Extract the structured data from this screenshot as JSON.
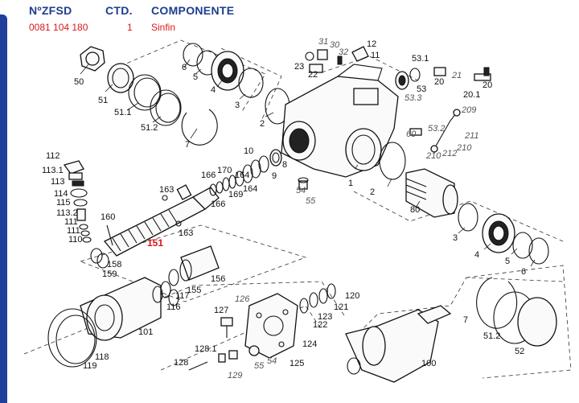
{
  "header": {
    "col_ref": "NºZFSD",
    "col_qty": "CTD.",
    "col_component": "COMPONENTE"
  },
  "row": {
    "ref": "0081 104 180",
    "qty": "1",
    "component": "Sinfin"
  },
  "highlight_label": "151",
  "colors": {
    "header_blue": "#1d3d8f",
    "row_red": "#d81b1b",
    "highlight_red": "#e01010",
    "side_bar": "#1f3f9c"
  },
  "callouts": [
    {
      "id": "c50",
      "text": "50"
    },
    {
      "id": "c51",
      "text": "51"
    },
    {
      "id": "c51_1",
      "text": "51.1"
    },
    {
      "id": "c51_2",
      "text": "51.2"
    },
    {
      "id": "c7a",
      "text": "7"
    },
    {
      "id": "c6a",
      "text": "6"
    },
    {
      "id": "c5a",
      "text": "5"
    },
    {
      "id": "c4a",
      "text": "4"
    },
    {
      "id": "c3a",
      "text": "3"
    },
    {
      "id": "c2a",
      "text": "2"
    },
    {
      "id": "c31",
      "text": "31"
    },
    {
      "id": "c30",
      "text": "30"
    },
    {
      "id": "c32",
      "text": "32"
    },
    {
      "id": "c12",
      "text": "12"
    },
    {
      "id": "c11",
      "text": "11"
    },
    {
      "id": "c23",
      "text": "23"
    },
    {
      "id": "c22",
      "text": "22"
    },
    {
      "id": "c53_1",
      "text": "53.1"
    },
    {
      "id": "c53",
      "text": "53"
    },
    {
      "id": "c53_3",
      "text": "53.3"
    },
    {
      "id": "c20a",
      "text": "20"
    },
    {
      "id": "c21",
      "text": "21"
    },
    {
      "id": "c20b",
      "text": "20"
    },
    {
      "id": "c20_1",
      "text": "20.1"
    },
    {
      "id": "c209",
      "text": "209"
    },
    {
      "id": "c60",
      "text": "60"
    },
    {
      "id": "c53_2",
      "text": "53.2"
    },
    {
      "id": "c211",
      "text": "211"
    },
    {
      "id": "c210a",
      "text": "210"
    },
    {
      "id": "c210b",
      "text": "210"
    },
    {
      "id": "c212",
      "text": "212"
    },
    {
      "id": "c112",
      "text": "112"
    },
    {
      "id": "c113_1",
      "text": "113.1"
    },
    {
      "id": "c113",
      "text": "113"
    },
    {
      "id": "c114",
      "text": "114"
    },
    {
      "id": "c115",
      "text": "115"
    },
    {
      "id": "c113_2",
      "text": "113.2"
    },
    {
      "id": "c111a",
      "text": "111"
    },
    {
      "id": "c111b",
      "text": "111"
    },
    {
      "id": "c110",
      "text": "110"
    },
    {
      "id": "c160",
      "text": "160"
    },
    {
      "id": "c163a",
      "text": "163"
    },
    {
      "id": "c163b",
      "text": "163"
    },
    {
      "id": "c166a",
      "text": "166"
    },
    {
      "id": "c170",
      "text": "170"
    },
    {
      "id": "c10",
      "text": "10"
    },
    {
      "id": "c9",
      "text": "9"
    },
    {
      "id": "c8",
      "text": "8"
    },
    {
      "id": "c164a",
      "text": "164"
    },
    {
      "id": "c164b",
      "text": "164"
    },
    {
      "id": "c169",
      "text": "169"
    },
    {
      "id": "c166b",
      "text": "166"
    },
    {
      "id": "c1",
      "text": "1"
    },
    {
      "id": "c2b",
      "text": "2"
    },
    {
      "id": "c54a",
      "text": "54"
    },
    {
      "id": "c55a",
      "text": "55"
    },
    {
      "id": "c80",
      "text": "80"
    },
    {
      "id": "c3b",
      "text": "3"
    },
    {
      "id": "c4b",
      "text": "4"
    },
    {
      "id": "c5b",
      "text": "5"
    },
    {
      "id": "c6b",
      "text": "6"
    },
    {
      "id": "c158",
      "text": "158"
    },
    {
      "id": "c159",
      "text": "159"
    },
    {
      "id": "c155",
      "text": "155"
    },
    {
      "id": "c156",
      "text": "156"
    },
    {
      "id": "c117",
      "text": "117"
    },
    {
      "id": "c116",
      "text": "116"
    },
    {
      "id": "c101",
      "text": "101"
    },
    {
      "id": "c118",
      "text": "118"
    },
    {
      "id": "c119",
      "text": "119"
    },
    {
      "id": "c127",
      "text": "127"
    },
    {
      "id": "c126",
      "text": "126"
    },
    {
      "id": "c123",
      "text": "123"
    },
    {
      "id": "c122",
      "text": "122"
    },
    {
      "id": "c121",
      "text": "121"
    },
    {
      "id": "c120",
      "text": "120"
    },
    {
      "id": "c124",
      "text": "124"
    },
    {
      "id": "c128_1",
      "text": "128.1"
    },
    {
      "id": "c128",
      "text": "128"
    },
    {
      "id": "c129",
      "text": "129"
    },
    {
      "id": "c55b",
      "text": "55"
    },
    {
      "id": "c54b",
      "text": "54"
    },
    {
      "id": "c125",
      "text": "125"
    },
    {
      "id": "c100",
      "text": "100"
    },
    {
      "id": "c7b",
      "text": "7"
    },
    {
      "id": "c51_2b",
      "text": "51.2"
    },
    {
      "id": "c52",
      "text": "52"
    }
  ]
}
